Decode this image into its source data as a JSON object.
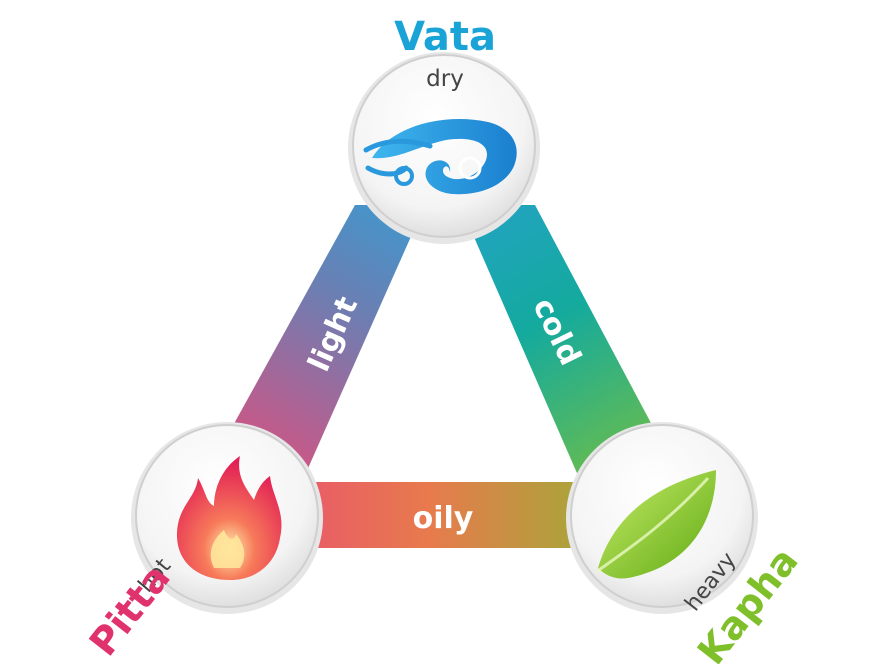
{
  "doshas": {
    "vata": {
      "name": "Vata",
      "quality": "dry",
      "color": "#1aa3d6",
      "icon": "wind-icon"
    },
    "pitta": {
      "name": "Pitta",
      "quality": "hot",
      "color": "#e0336e",
      "icon": "flame-icon"
    },
    "kapha": {
      "name": "Kapha",
      "quality": "heavy",
      "color": "#7fbf2a",
      "icon": "leaf-icon"
    }
  },
  "edges": {
    "vata_pitta": {
      "label": "light"
    },
    "vata_kapha": {
      "label": "cold"
    },
    "pitta_kapha": {
      "label": "oily"
    }
  },
  "colors": {
    "blue": "#2f9fd8",
    "teal": "#1aa9a0",
    "pink": "#e0457a",
    "green": "#86bd2e",
    "orange": "#e87a45"
  }
}
